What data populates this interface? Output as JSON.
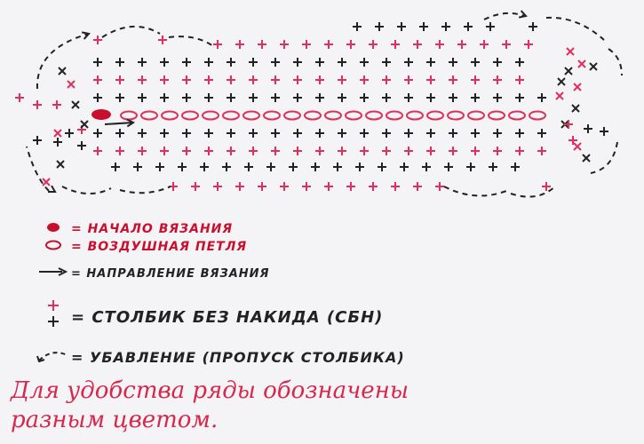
{
  "colors": {
    "red": "#e0305a",
    "black": "#222222",
    "dark_red": "#c8102e",
    "note_red": "#d6284d",
    "background": "#f4f4f6"
  },
  "legend": {
    "start": {
      "symbol": "filled-dot",
      "text": "= НАЧАЛО ВЯЗАНИЯ"
    },
    "chain": {
      "symbol": "open-oval",
      "text": "= ВОЗДУШНАЯ ПЕТЛЯ"
    },
    "direction": {
      "symbol": "arrow-icon",
      "text": "= НАПРАВЛЕНИЕ ВЯЗАНИЯ"
    },
    "single_crochet": {
      "symbol": "plus-icon",
      "text": "= СТОЛБИК БЕЗ НАКИДА (СБН)"
    },
    "decrease": {
      "symbol": "dashed-arc-icon",
      "text": "= УБАВЛЕНИЕ (ПРОПУСК СТОЛБИКА)"
    }
  },
  "note": {
    "line1": "Для удобства ряды обозначены",
    "line2": "разным цветом."
  }
}
